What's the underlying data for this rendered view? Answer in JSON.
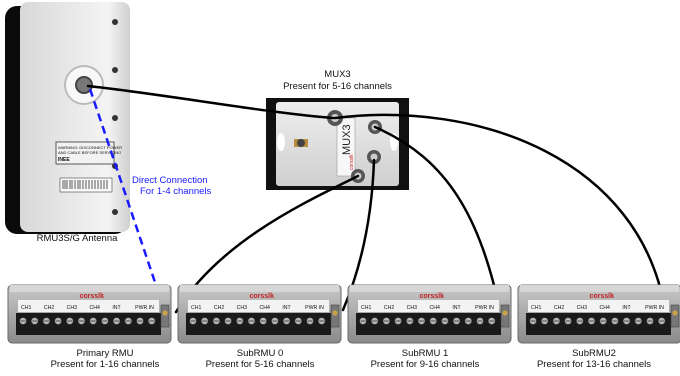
{
  "antenna": {
    "caption": "RMU3S/G Antenna",
    "warning_lines": [
      "WARNING: DISCONNECT POWER",
      "AND CABLE BEFORE SERVICING",
      "INEE"
    ]
  },
  "mux": {
    "title": "MUX3",
    "subtitle": "Present for 5-16 channels",
    "logo_text": "MUX3",
    "brand_text": "corsslk"
  },
  "direct_connection": {
    "line1": "Direct Connection",
    "line2": "For 1-4 channels",
    "color": "#1a1aff"
  },
  "units": [
    {
      "name": "Primary RMU",
      "present": "Present for 1-16 channels"
    },
    {
      "name": "SubRMU 0",
      "present": "Present for 5-16 channels"
    },
    {
      "name": "SubRMU 1",
      "present": "Present for 9-16 channels"
    },
    {
      "name": "SubRMU2",
      "present": "Present for 13-16 channels"
    }
  ],
  "rmu_panel_labels": [
    "CH1",
    "CH2",
    "CH3",
    "CH4",
    "INT",
    "PWR IN"
  ],
  "rmu_brand": "corsslk",
  "colors": {
    "cable": "#000000",
    "direct_line": "#1a1aff",
    "rmu_body": "#9a9a9a",
    "terminal": "#1a1a1a"
  }
}
